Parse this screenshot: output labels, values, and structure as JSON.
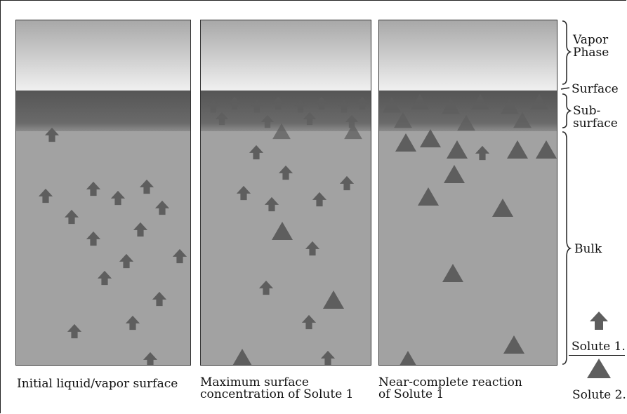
{
  "panels": [
    {
      "caption_line1": "Initial liquid/vapor surface",
      "caption_line2": ""
    },
    {
      "caption_line1": "Maximum surface",
      "caption_line2": "concentration of Solute 1"
    },
    {
      "caption_line1": "Near-complete reaction",
      "caption_line2": "of Solute 1"
    }
  ],
  "regions": {
    "vapor_line1": "Vapor",
    "vapor_line2": "Phase",
    "surface": "Surface",
    "subsurface_line1": "Sub-",
    "subsurface_line2": "surface",
    "bulk": "Bulk"
  },
  "legend": {
    "solute1": "Solute 1.",
    "solute2": "Solute 2.",
    "solute1_icon": "arrow-icon",
    "solute2_icon": "triangle-icon"
  },
  "colors": {
    "vapor_top": "#a8a8a8",
    "vapor_bottom": "#f2f2f2",
    "subsurface": "#5a5a5a",
    "bulk": "#a2a2a2",
    "solute": "#5e5e5e"
  }
}
